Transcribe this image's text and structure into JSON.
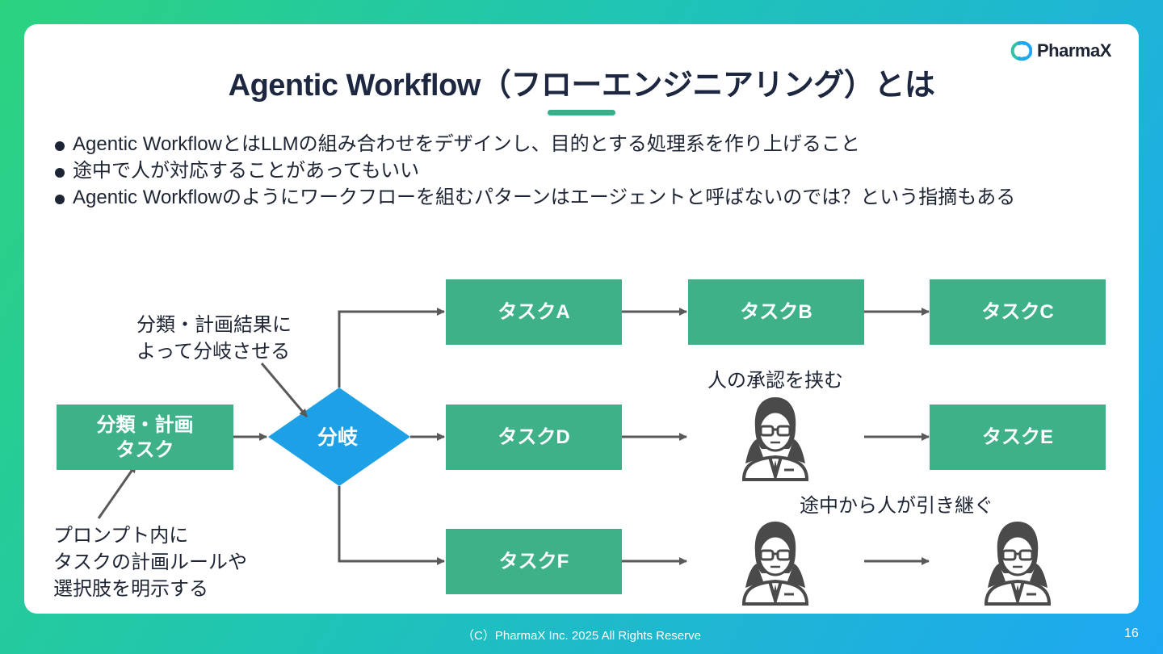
{
  "logo": {
    "text": "PharmaX"
  },
  "title": "Agentic Workflow（フローエンジニアリング）とは",
  "bullets": [
    "Agentic WorkflowとはLLMの組み合わせをデザインし、目的とする処理系を作り上げること",
    "途中で人が対応することがあってもいい",
    "Agentic Workflowのようにワークフローを組むパターンはエージェントと呼ばないのでは？という指摘もある"
  ],
  "diagram": {
    "plan_task": "分類・計画\nタスク",
    "branch": "分岐",
    "task_a": "タスクA",
    "task_b": "タスクB",
    "task_c": "タスクC",
    "task_d": "タスクD",
    "task_e": "タスクE",
    "task_f": "タスクF",
    "note_branch": "分類・計画結果に\nよって分岐させる",
    "note_prompt": "プロンプト内に\nタスクの計画ルールや\n選択肢を明示する",
    "note_approval": "人の承認を挟む",
    "note_takeover": "途中から人が引き継ぐ"
  },
  "colors": {
    "task_green": "#3eb189",
    "branch_blue": "#1ea0e6",
    "arrow_gray": "#595959"
  },
  "footer": "（C）PharmaX Inc. 2025  All Rights Reserve",
  "page_number": "16"
}
